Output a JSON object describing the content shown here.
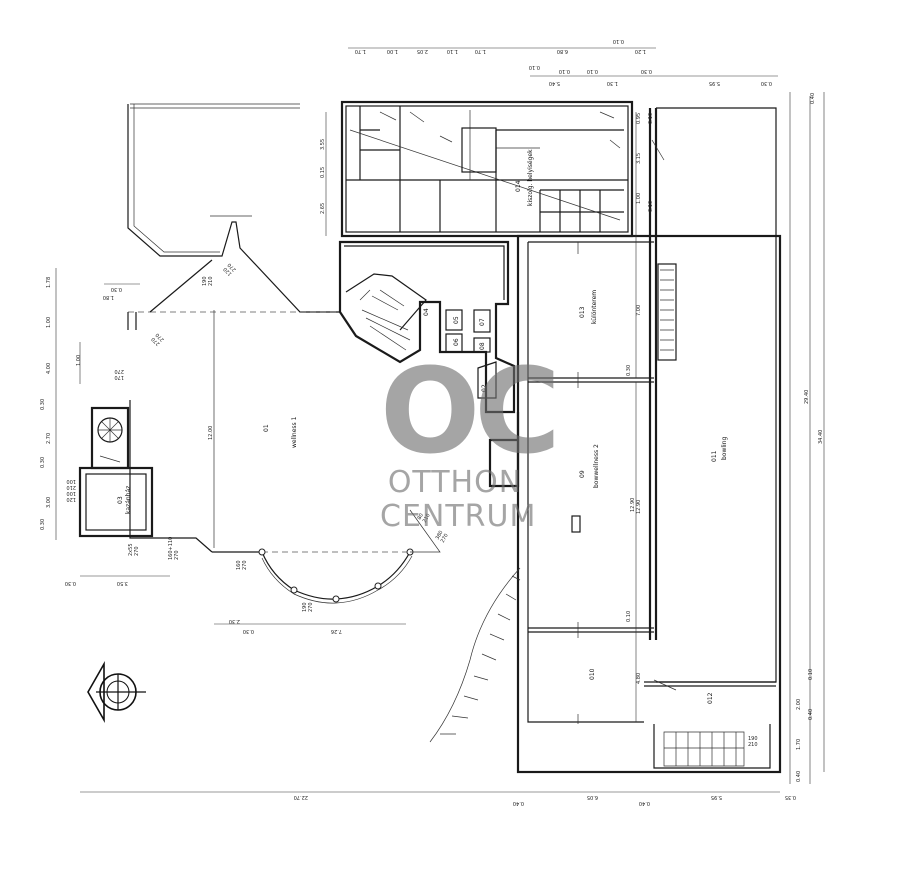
{
  "rooms": {
    "r01": {
      "num": "01",
      "name": "wellness 1"
    },
    "r02": {
      "num": "02"
    },
    "r03": {
      "num": "03",
      "name": "kazánház"
    },
    "r04": {
      "num": "04"
    },
    "r05": {
      "num": "05"
    },
    "r06": {
      "num": "06"
    },
    "r07": {
      "num": "07"
    },
    "r08": {
      "num": "08"
    },
    "r09": {
      "num": "09",
      "name": "bowwellness 2"
    },
    "r010": {
      "num": "010"
    },
    "r011": {
      "num": "011",
      "name": "bowling"
    },
    "r012": {
      "num": "012"
    },
    "r013": {
      "num": "013",
      "name": "különterem"
    },
    "r014": {
      "num": "014",
      "name": "kiszolg. helyiségek"
    }
  },
  "dims": {
    "top1": [
      "1.70",
      "1.00",
      "2.05",
      "1.10",
      "1.70",
      "6.80",
      "1.20"
    ],
    "top1_small": "0.10",
    "top2": [
      "0.10",
      "0.10",
      "0.10",
      "5.40",
      "1.30",
      "0.30",
      "5.95",
      "0.30"
    ],
    "right_outer": "34.40",
    "right_inner": "29.40",
    "right_small": [
      "0.40",
      "0.95",
      "0.10",
      "3.15",
      "1.00",
      "0.10",
      "7.00",
      "0.30",
      "12.90",
      "0.10",
      "4.80",
      "0.10",
      "2.00",
      "0.40",
      "1.70",
      "0.40"
    ],
    "bottom": [
      "22.70",
      "0.40",
      "6.05",
      "0.40",
      "5.95",
      "0.35"
    ],
    "left": [
      "1.78",
      "1.00",
      "4.00",
      "0.30",
      "2.70",
      "0.30",
      "3.00",
      "0.30"
    ],
    "left_small": [
      "0.30",
      "1.80",
      "1.00"
    ],
    "left_bottom": [
      "0.30",
      "3.50"
    ],
    "upper_block": [
      "3.55",
      "0.15",
      "2.65"
    ],
    "wellness_height": "12.00",
    "bowwellness_height": "12.90",
    "bottom_inner": [
      "2.30",
      "0.30",
      "7.26"
    ],
    "openings": {
      "o1": "190\n210",
      "o2": "270\n270",
      "o3": "120\n270",
      "o4": "170\n270",
      "o5": "120\n100\n210\n100",
      "o6": "2x55\n270",
      "o7": "160+110\n270",
      "o8": "160\n270",
      "o9": "190\n270",
      "o10": "80\n210",
      "o11": "380\n270",
      "o12": "190\n210"
    }
  },
  "watermark": {
    "logo": "OC",
    "line1": "OTTHON",
    "line2": "CENTRUM"
  }
}
